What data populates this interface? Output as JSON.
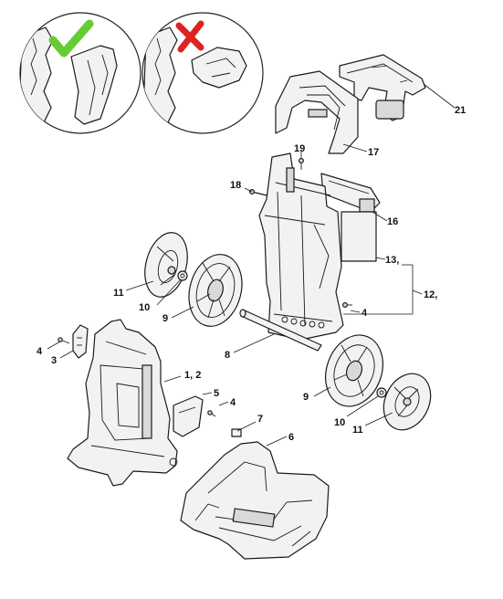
{
  "marks": {
    "correct_color": "#66cc33",
    "wrong_color": "#dd2222"
  },
  "callouts": {
    "c21": "21",
    "c17": "17",
    "c19": "19",
    "c18": "18",
    "c16": "16",
    "c13": "13,",
    "c12": "12,",
    "c11a": "11",
    "c10a": "10",
    "c9a": "9",
    "c4a": "4",
    "c4b": "4",
    "c3": "3",
    "c8": "8",
    "c1_2": "1, 2",
    "c5": "5",
    "c4c": "4",
    "c9b": "9",
    "c10b": "10",
    "c11b": "11",
    "c7": "7",
    "c6": "6"
  }
}
